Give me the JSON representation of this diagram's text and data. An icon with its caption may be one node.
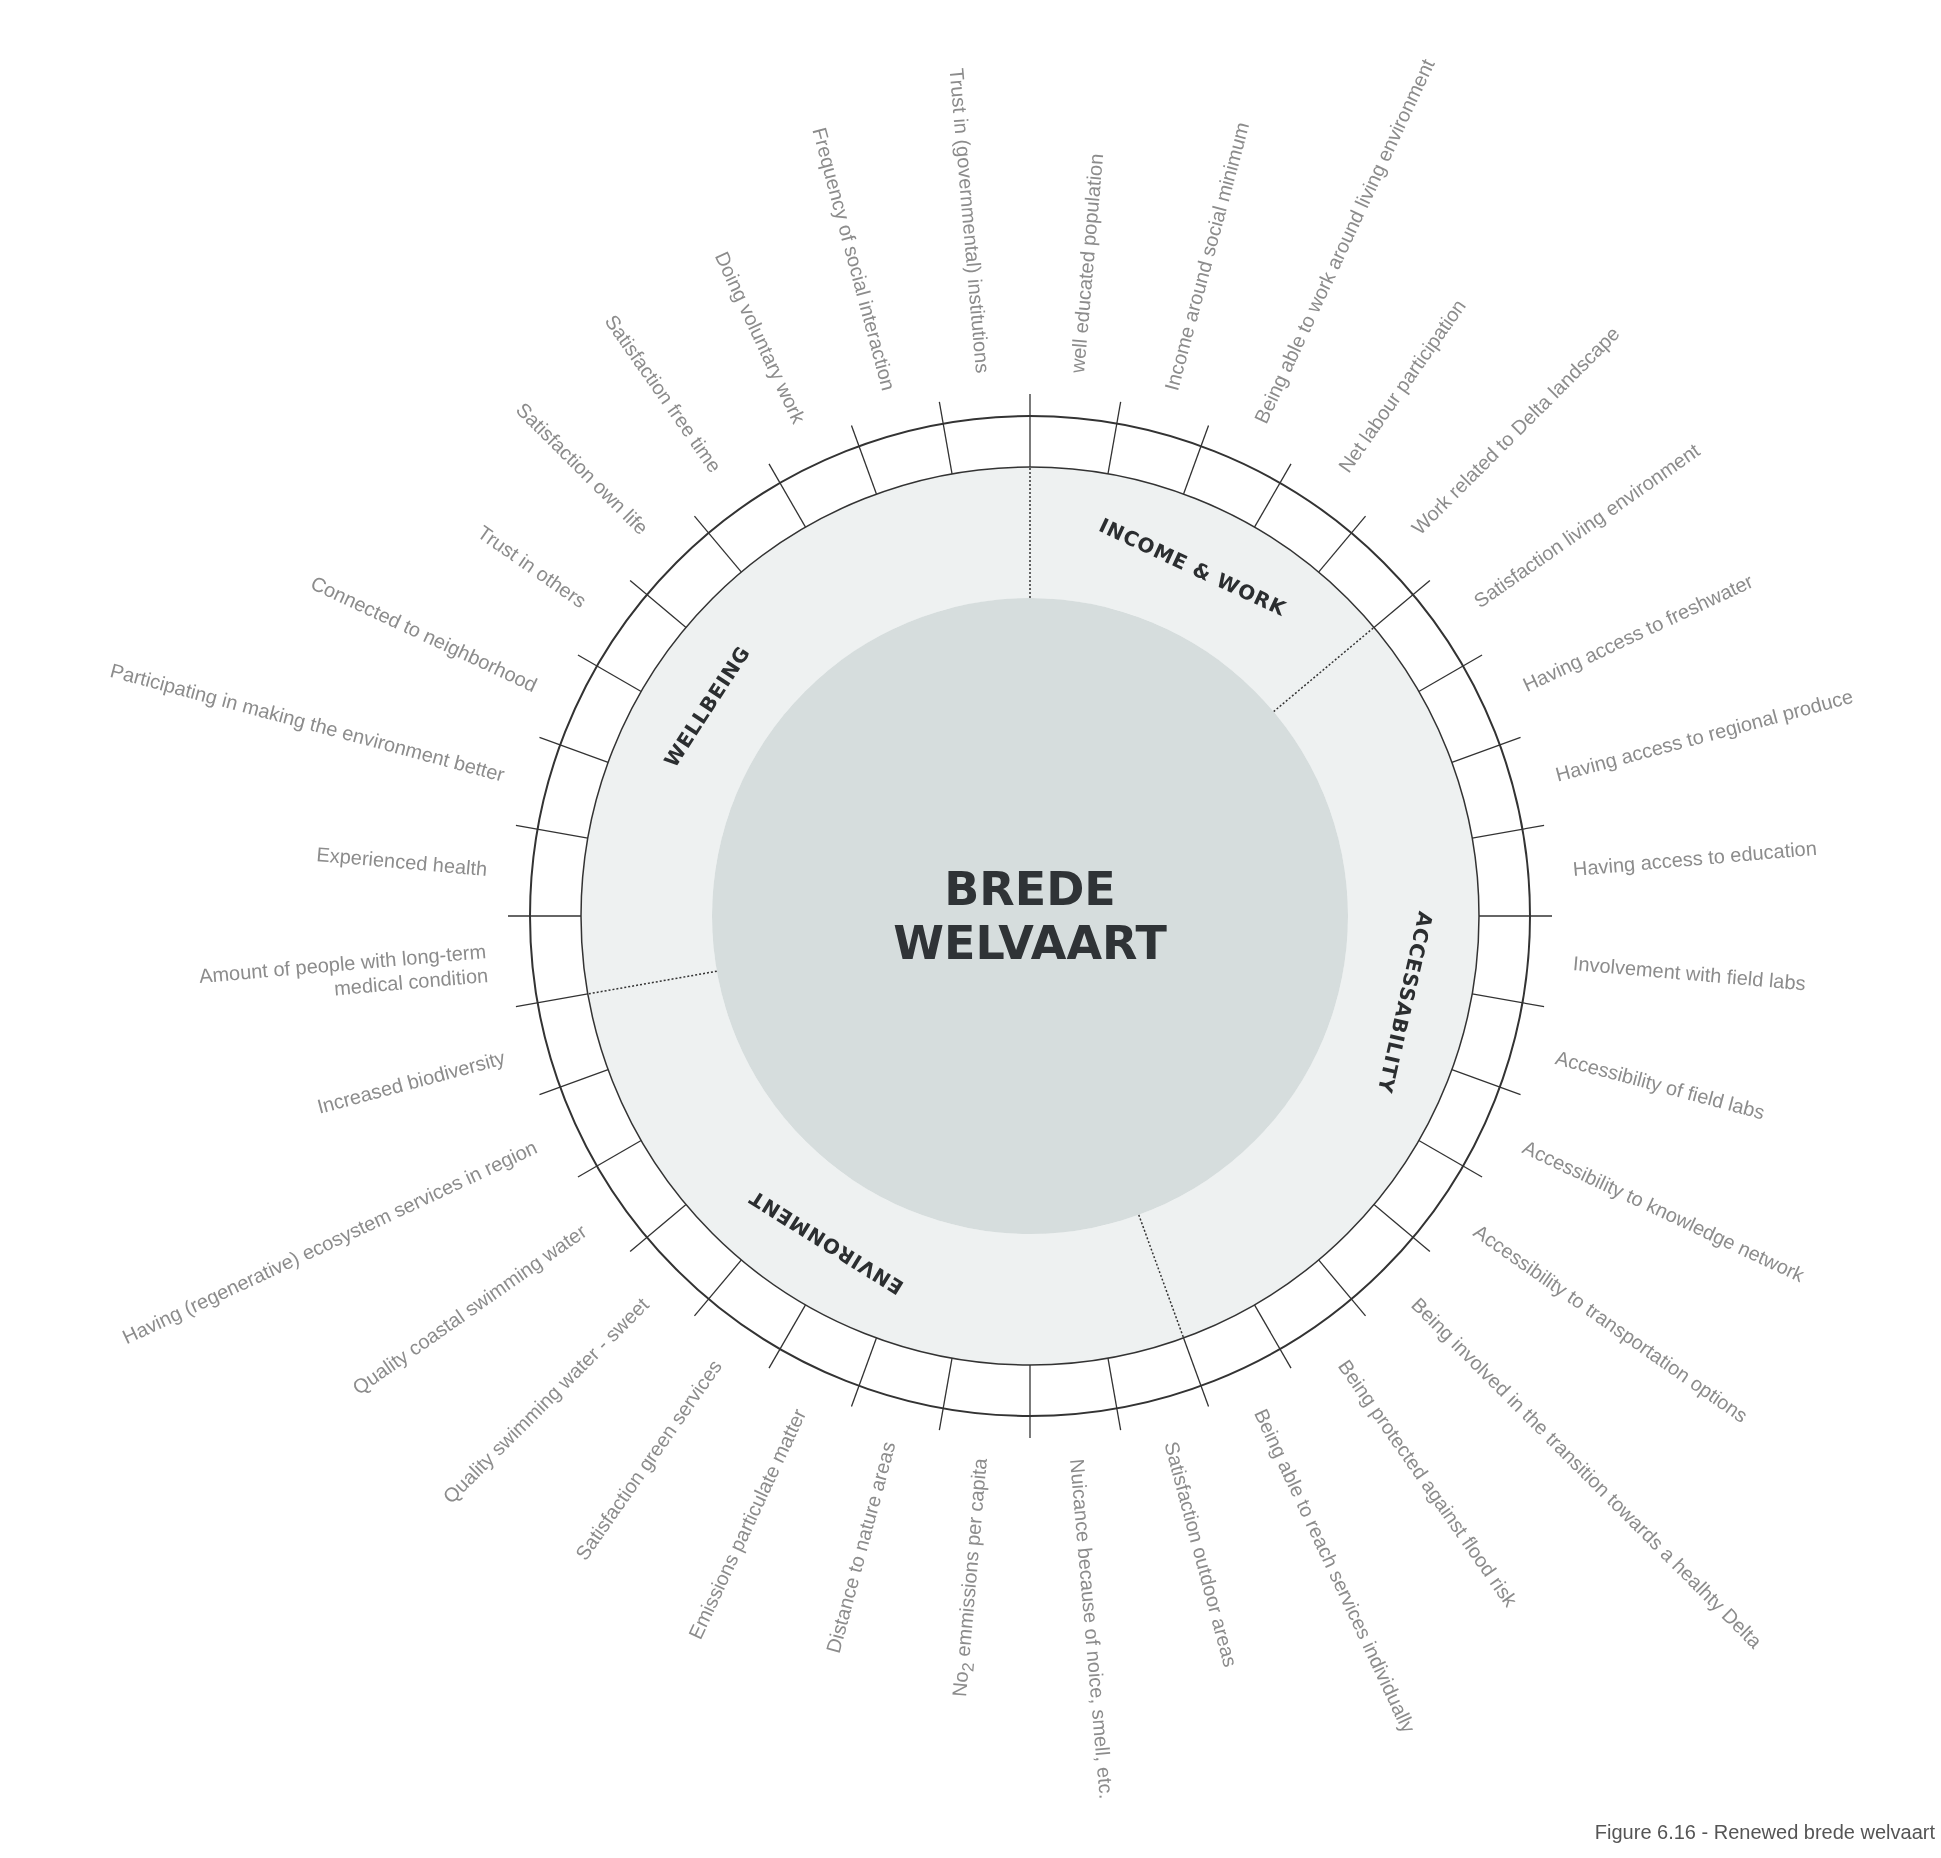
{
  "diagram": {
    "caption": "Figure 6.16 - Renewed brede welvaart",
    "nodes": [
      {
        "text": [
          "BREDE WELVAART"
        ]
      },
      {
        "text": [
          "INCOME & WORK"
        ]
      },
      {
        "text": [
          "ACCESSABILITY"
        ]
      },
      {
        "text": [
          "ENVIRONMENT"
        ]
      },
      {
        "text": [
          "WELLBEING"
        ]
      }
    ],
    "labels": [
      "Frequency of social interaction",
      "Trust in (governmental) institutions",
      "well educated population",
      "Income around social minimum",
      "Being able to work around living environment",
      "Satisfaction free time",
      "Doing voluntary work",
      "Net labour participation",
      "Satisfaction own life",
      "Work related to Delta landscape",
      "Trust in others",
      "Satisfaction living environment",
      "Connected to neighborhood",
      "Having access to freshwater",
      "Participating in making the environment better",
      "Having access to regional produce",
      "Experienced health",
      "Having access to education",
      "Amount of people with long-term medical condition",
      "Involvement with field labs",
      "Increased biodiversity",
      "Accessibility of field labs",
      "Having (regenerative) ecosystem services in region",
      "Accessibility to knowledge network",
      "Quality coastal swimming water",
      "Quality swimming water - sweet",
      "Accessibility to transportation options",
      "Satisfaction green services",
      "Emissions particulate matter",
      "Distance to nature areas",
      "No$_{2}$ emmissions per capita",
      "Nuicance because of noice, smell, etc.",
      "Satisfaction outdoor areas",
      "Being able to reach services individually",
      "Being protected against flood risk",
      "Being involved in the transition towards a healhty Delta"
    ]
  }
}
